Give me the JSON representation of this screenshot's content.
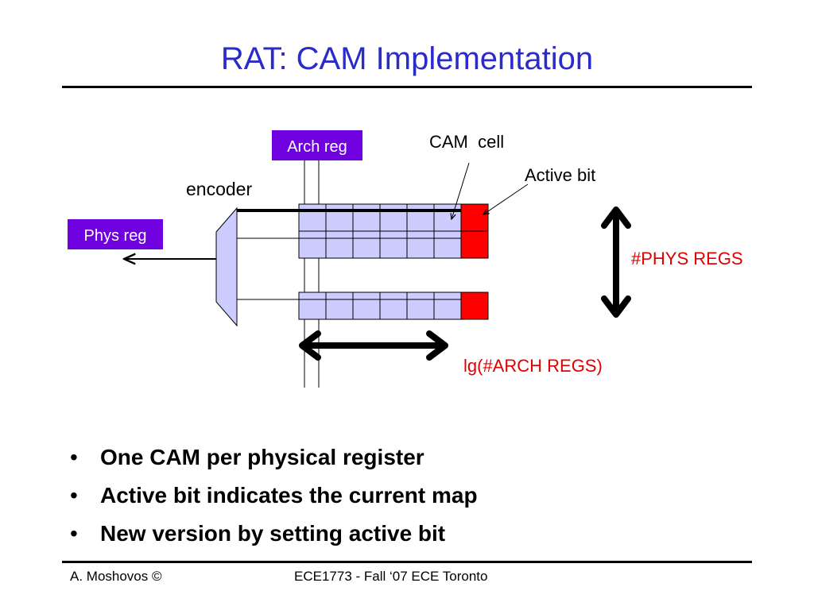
{
  "slide": {
    "title": "RAT: CAM Implementation",
    "bullets": [
      "One CAM per physical register",
      "Active bit indicates the current map",
      "New version by setting active bit"
    ],
    "footer_left": "A. Moshovos ©",
    "footer_center": "ECE1773 - Fall ‘07 ECE Toronto"
  },
  "diagram": {
    "labels": {
      "arch_reg": "Arch reg",
      "phys_reg": "Phys reg",
      "encoder": "encoder",
      "cam_cell": "CAM  cell",
      "active_bit": "Active bit",
      "phys_regs_count": "#PHYS REGS",
      "arch_regs_width": "lg(#ARCH REGS)"
    },
    "colors": {
      "title": "#2b2bc8",
      "label_box": "#6f00e0",
      "cam_cell_fill": "#ccccff",
      "active_bit": "#ff0000",
      "annotation_text": "#e00000"
    },
    "icons": [
      "double-arrow-vertical-icon",
      "double-arrow-horizontal-icon",
      "output-arrow-icon"
    ]
  }
}
